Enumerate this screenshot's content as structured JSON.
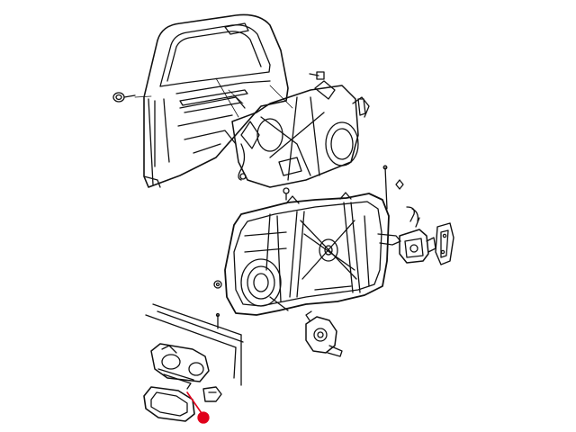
{
  "diagram": {
    "type": "exploded-parts-illustration",
    "background_color": "#ffffff",
    "line_color": "#111111",
    "callout_color": "#e0001b",
    "parts": [
      {
        "name": "door-shell",
        "icon": "car-door-icon"
      },
      {
        "name": "door-trim-panel",
        "icon": "trim-panel-icon"
      },
      {
        "name": "window-regulator-module",
        "icon": "regulator-carrier-icon"
      },
      {
        "name": "window-motor",
        "icon": "electric-motor-icon"
      },
      {
        "name": "door-latch",
        "icon": "latch-icon"
      },
      {
        "name": "exterior-handle-bracket",
        "icon": "handle-bracket-icon"
      },
      {
        "name": "exterior-handle-bezel",
        "icon": "handle-bezel-icon"
      },
      {
        "name": "fasteners",
        "icon": "screw-icon"
      }
    ],
    "highlighted_part": "exterior-handle-bezel"
  }
}
